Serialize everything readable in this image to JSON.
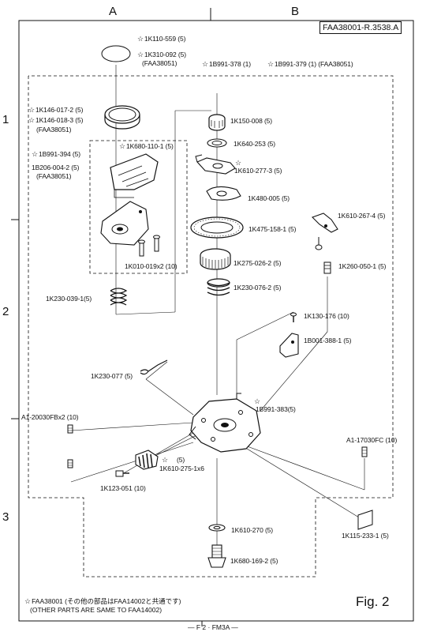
{
  "sheet": {
    "doc_id": "FAA38001-R.3538.A",
    "columns": [
      "A",
      "B"
    ],
    "rows": [
      "1",
      "2",
      "3"
    ],
    "figure_label": "Fig. 2",
    "page_label": "F 2 · FM3A"
  },
  "footnote": {
    "line1": "FAA38001 (その他の部品はFAA14002と共通です)",
    "line2": "(OTHER PARTS ARE SAME TO FAA14002)"
  },
  "parts": [
    {
      "id": "p1",
      "star": true,
      "text": "1K110-559 (5)"
    },
    {
      "id": "p2",
      "star": true,
      "text": "1K310-092 (5)"
    },
    {
      "id": "p3",
      "star": false,
      "text": "(FAA38051)"
    },
    {
      "id": "p4",
      "star": true,
      "text": "1B991-378 (1)"
    },
    {
      "id": "p5",
      "star": true,
      "text": "1B991-379 (1) (FAA38051)"
    },
    {
      "id": "p6",
      "star": true,
      "text": "1K146-017-2 (5)"
    },
    {
      "id": "p7",
      "star": true,
      "text": "1K146-018-3 (5)"
    },
    {
      "id": "p8",
      "star": false,
      "text": "(FAA38051)"
    },
    {
      "id": "p9",
      "star": true,
      "text": "1K680-110-1 (5)"
    },
    {
      "id": "p10",
      "star": true,
      "text": "1B991-394 (5)"
    },
    {
      "id": "p11",
      "star": false,
      "text": "1B206-004-2 (5)"
    },
    {
      "id": "p12",
      "star": false,
      "text": "(FAA38051)"
    },
    {
      "id": "p13",
      "star": false,
      "text": "1K150-008 (5)"
    },
    {
      "id": "p14",
      "star": false,
      "text": "1K640-253 (5)"
    },
    {
      "id": "p15",
      "star": true,
      "text": "1K610-277-3 (5)"
    },
    {
      "id": "p16",
      "star": false,
      "text": "1K480-005 (5)"
    },
    {
      "id": "p17",
      "star": false,
      "text": "1K610-267-4 (5)"
    },
    {
      "id": "p18",
      "star": false,
      "text": "1K475-158-1 (5)"
    },
    {
      "id": "p19",
      "star": false,
      "text": "1K275-026-2 (5)"
    },
    {
      "id": "p20",
      "star": false,
      "text": "1K260-050-1 (5)"
    },
    {
      "id": "p21",
      "star": false,
      "text": "1K010-019x2 (10)"
    },
    {
      "id": "p22",
      "star": false,
      "text": "1K230-076-2 (5)"
    },
    {
      "id": "p23",
      "star": false,
      "text": "1K230-039-1(5)"
    },
    {
      "id": "p24",
      "star": false,
      "text": "1K130-176 (10)"
    },
    {
      "id": "p25",
      "star": false,
      "text": "1B001-388-1 (5)"
    },
    {
      "id": "p26",
      "star": false,
      "text": "1K230-077 (5)"
    },
    {
      "id": "p27",
      "star": true,
      "text": "1B991-383(5)"
    },
    {
      "id": "p28",
      "star": false,
      "text": "A1-20030FBx2 (10)"
    },
    {
      "id": "p29",
      "star": false,
      "text": "A1-17030FC (10)"
    },
    {
      "id": "p30",
      "star": true,
      "text": "(5)"
    },
    {
      "id": "p31",
      "star": false,
      "text": "1K610-275-1x6"
    },
    {
      "id": "p32",
      "star": false,
      "text": "1K123-051 (10)"
    },
    {
      "id": "p33",
      "star": false,
      "text": "1K610-270 (5)"
    },
    {
      "id": "p34",
      "star": false,
      "text": "1K115-233-1 (5)"
    },
    {
      "id": "p35",
      "star": false,
      "text": "1K680-169-2 (5)"
    }
  ]
}
